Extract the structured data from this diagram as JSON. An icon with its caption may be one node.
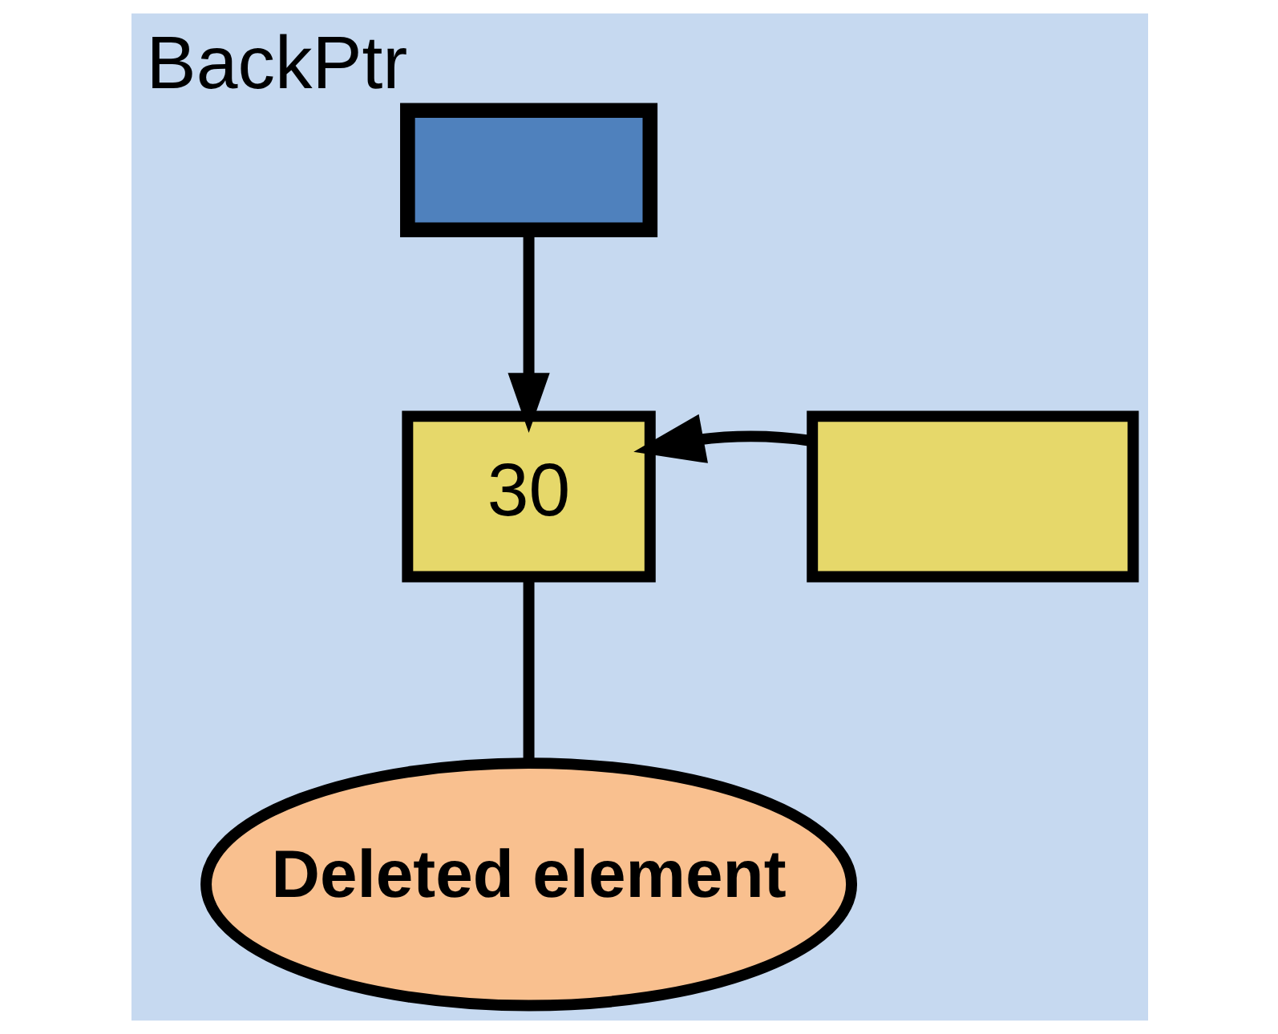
{
  "diagram": {
    "nodes": [
      {
        "text": [],
        "shape": "box",
        "beside": [
          "BackPtr"
        ]
      },
      {
        "text": [
          "30"
        ]
      },
      {
        "text": [],
        "shape": "box"
      },
      {
        "text": [
          "Deleted element"
        ]
      }
    ],
    "edges": [
      {
        "from": 0,
        "to": 1,
        "arrow": "to"
      },
      {
        "from": 2,
        "to": 1,
        "arrow": "to"
      },
      {
        "from": 3,
        "to": 1,
        "arrow": "none"
      }
    ]
  }
}
